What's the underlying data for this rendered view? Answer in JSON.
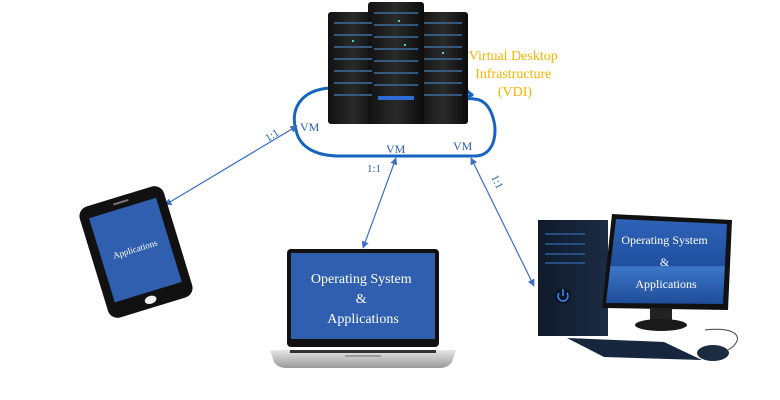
{
  "title": "Virtual Desktop Infrastructure diagram",
  "vdi": {
    "label_lines": [
      "Virtual Desktop",
      "Infrastructure",
      "(VDI)"
    ],
    "label_color": "#f5b400"
  },
  "cloud": {
    "stroke_color": "#1565c0"
  },
  "vms": [
    {
      "label": "VM"
    },
    {
      "label": "VM"
    },
    {
      "label": "VM"
    }
  ],
  "connections": [
    {
      "ratio": "1:1",
      "from": "VM",
      "to": "tablet"
    },
    {
      "ratio": "1:1",
      "from": "VM",
      "to": "laptop"
    },
    {
      "ratio": "1:1",
      "from": "VM",
      "to": "desktop"
    }
  ],
  "devices": {
    "tablet": {
      "screen_lines": [
        "Applications"
      ]
    },
    "laptop": {
      "screen_lines": [
        "Operating System",
        "&",
        "Applications"
      ]
    },
    "desktop": {
      "screen_lines": [
        "Operating System",
        "&",
        "Applications"
      ]
    }
  },
  "colors": {
    "line": "#3a6fc4",
    "screen": "#2f5fae",
    "text_blue": "#2a5db0"
  }
}
